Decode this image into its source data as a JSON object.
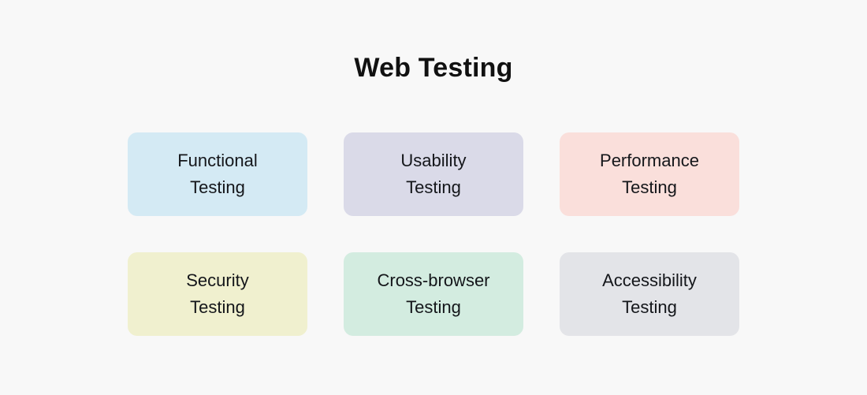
{
  "page": {
    "background_color": "#f8f8f8",
    "text_color": "#14161a"
  },
  "header": {
    "title": "Web Testing"
  },
  "diagram": {
    "type": "card-grid",
    "columns": 3,
    "rows": 2,
    "cards": [
      {
        "id": "functional-testing",
        "label": "Functional\nTesting",
        "line1": "Functional",
        "line2": "Testing",
        "color": "#d4eaf4"
      },
      {
        "id": "usability-testing",
        "label": "Usability\nTesting",
        "line1": "Usability",
        "line2": "Testing",
        "color": "#dadae8"
      },
      {
        "id": "performance-testing",
        "label": "Performance\nTesting",
        "line1": "Performance",
        "line2": "Testing",
        "color": "#fadfdb"
      },
      {
        "id": "security-testing",
        "label": "Security\nTesting",
        "line1": "Security",
        "line2": "Testing",
        "color": "#f0f0cf"
      },
      {
        "id": "cross-browser-testing",
        "label": "Cross-browser\nTesting",
        "line1": "Cross-browser",
        "line2": "Testing",
        "color": "#d3ece0"
      },
      {
        "id": "accessibility-testing",
        "label": "Accessibility\nTesting",
        "line1": "Accessibility",
        "line2": "Testing",
        "color": "#e3e4e8"
      }
    ]
  }
}
